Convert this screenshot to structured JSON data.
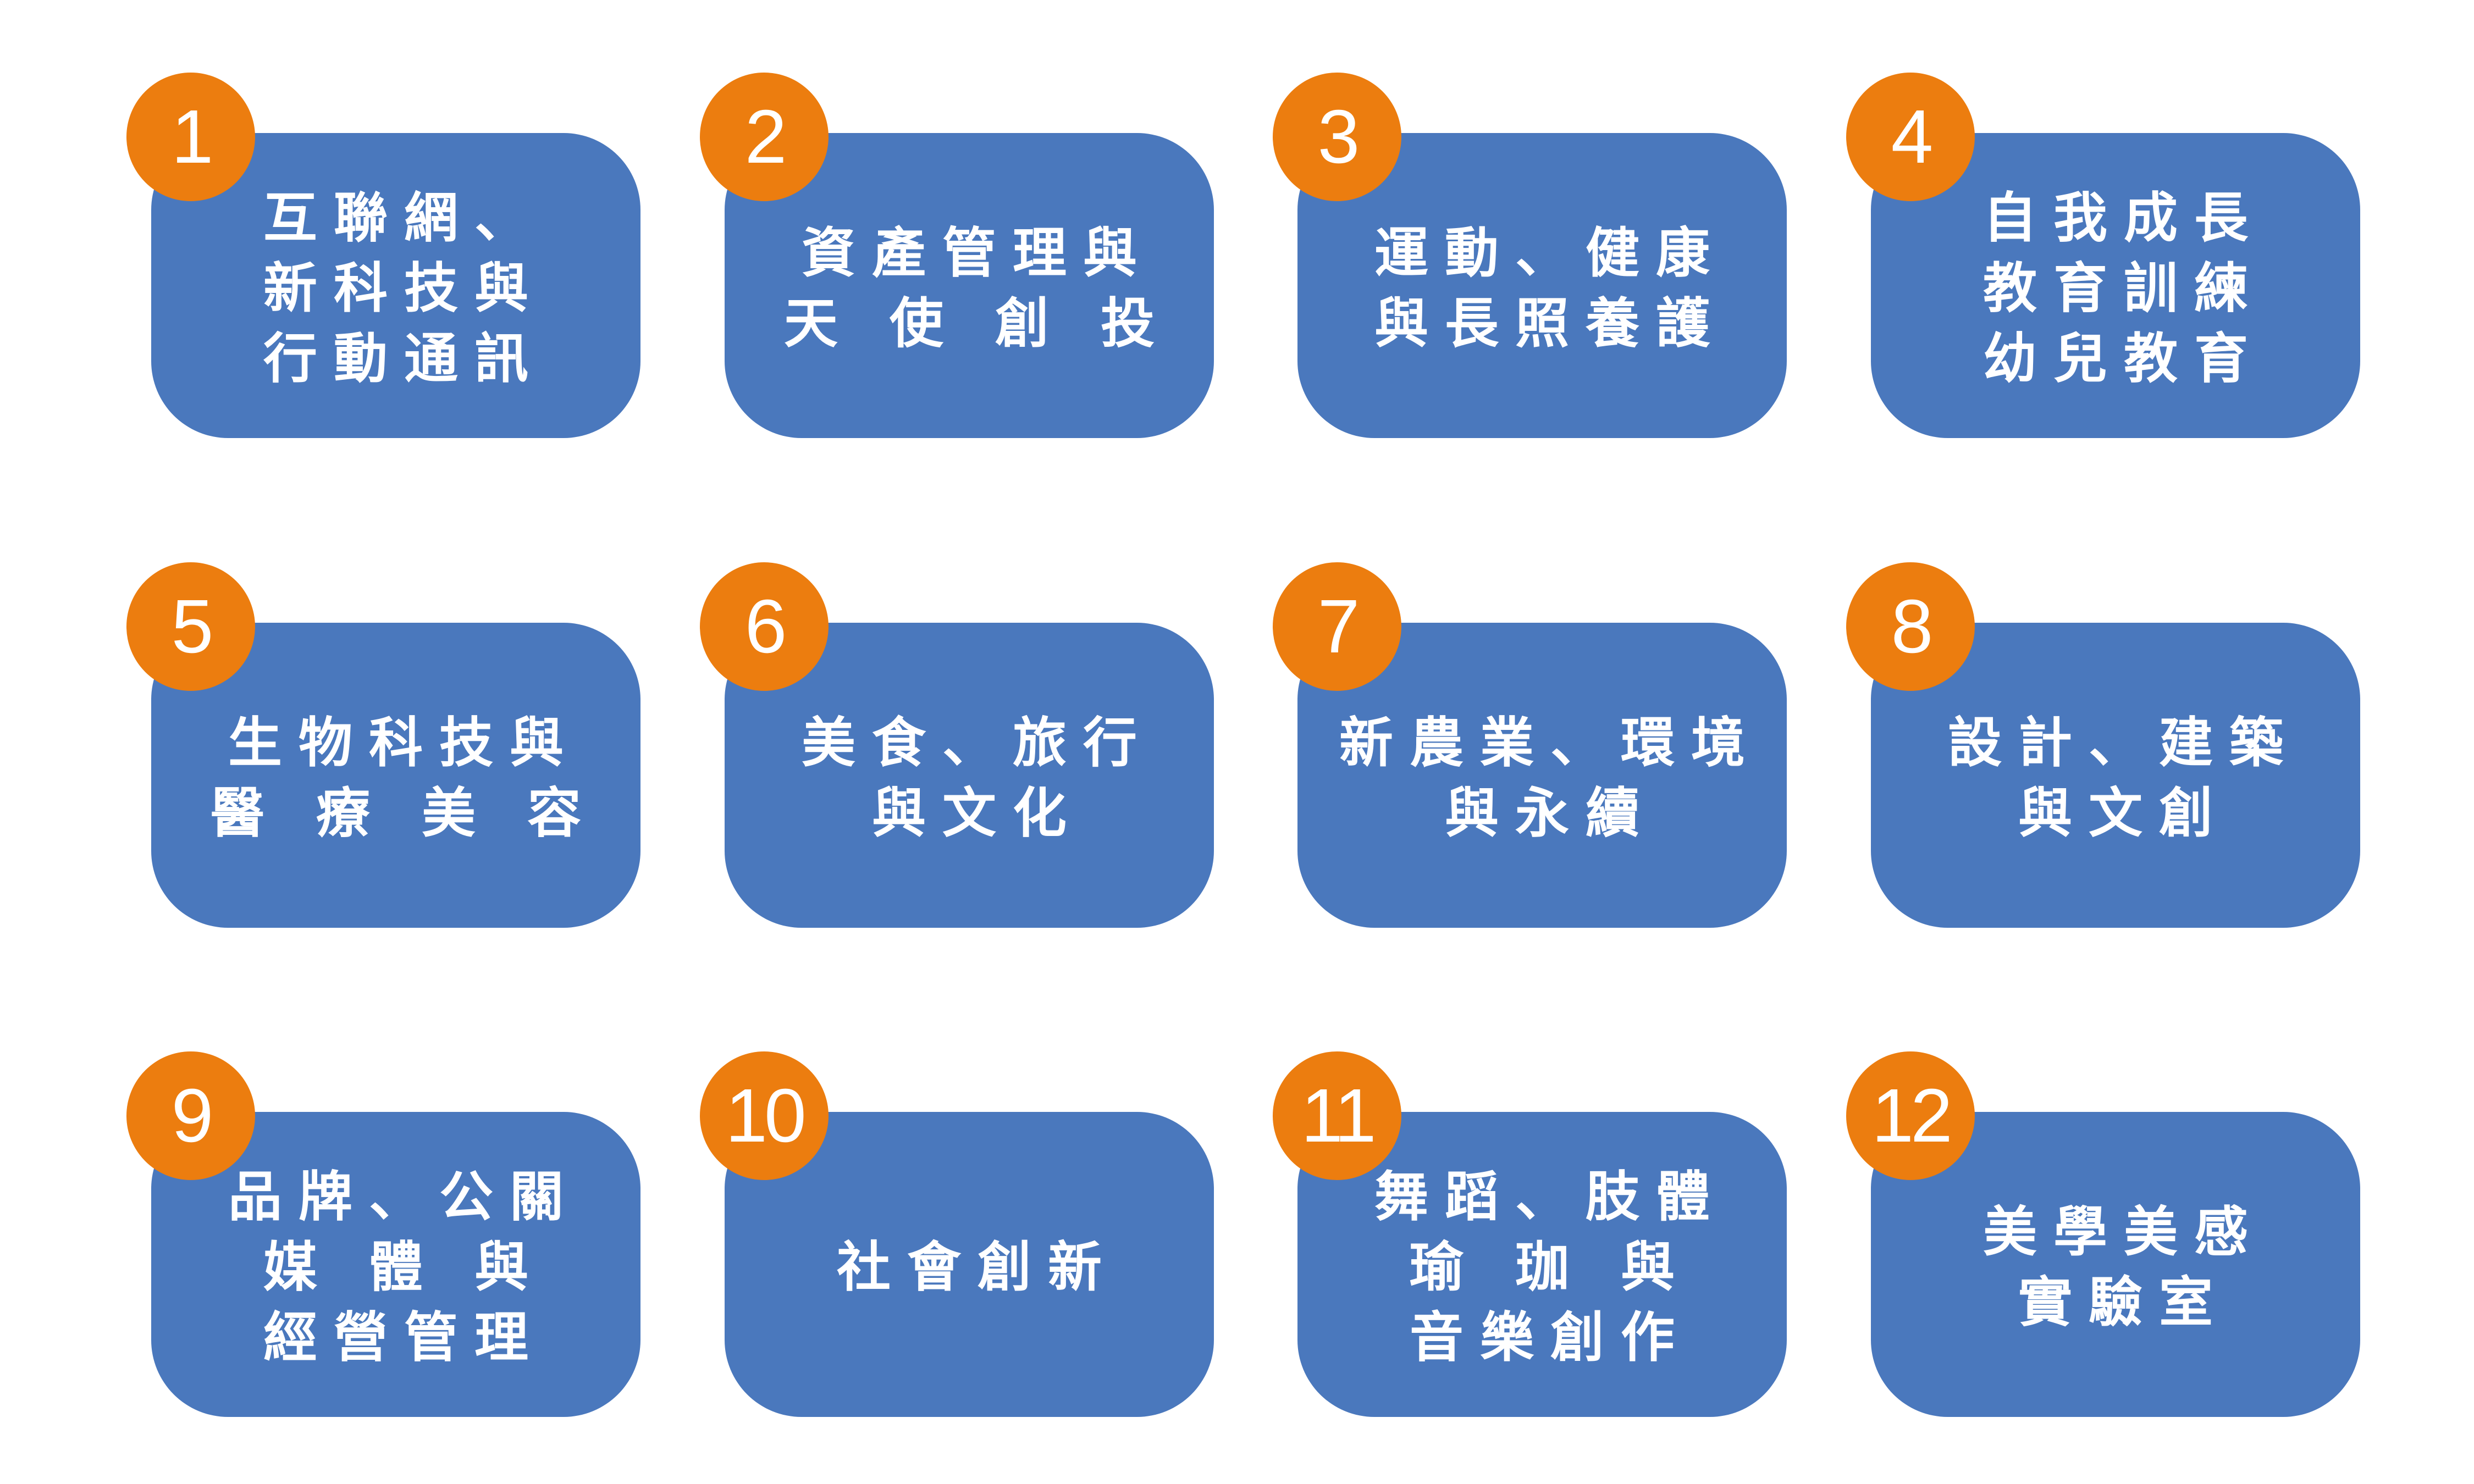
{
  "categories": [
    {
      "number": "1",
      "lines": [
        "互聯網、",
        "新科技與",
        "行動通訊"
      ]
    },
    {
      "number": "2",
      "lines": [
        "資產管理與",
        "天 使 創 投"
      ]
    },
    {
      "number": "3",
      "lines": [
        "運動、健康",
        "與長照養護"
      ]
    },
    {
      "number": "4",
      "lines": [
        "自我成長",
        "教育訓練",
        "幼兒教育"
      ]
    },
    {
      "number": "5",
      "lines": [
        "生物科技與",
        "醫 療 美 容"
      ]
    },
    {
      "number": "6",
      "lines": [
        "美食、旅行",
        "與文化"
      ]
    },
    {
      "number": "7",
      "lines": [
        "新農業、環境",
        "與永續"
      ]
    },
    {
      "number": "8",
      "lines": [
        "設計、建築",
        "與文創"
      ]
    },
    {
      "number": "9",
      "lines": [
        "品牌、公關",
        "媒 體 與",
        "經營管理"
      ]
    },
    {
      "number": "10",
      "lines": [
        "社會創新"
      ]
    },
    {
      "number": "11",
      "lines": [
        "舞蹈、肢體",
        "瑜 珈 與",
        "音樂創作"
      ]
    },
    {
      "number": "12",
      "lines": [
        "美學美感",
        "實驗室"
      ]
    }
  ],
  "colors": {
    "card": "#4a78bd",
    "badge": "#ec7d0f",
    "text": "#ffffff",
    "background": "#ffffff"
  }
}
